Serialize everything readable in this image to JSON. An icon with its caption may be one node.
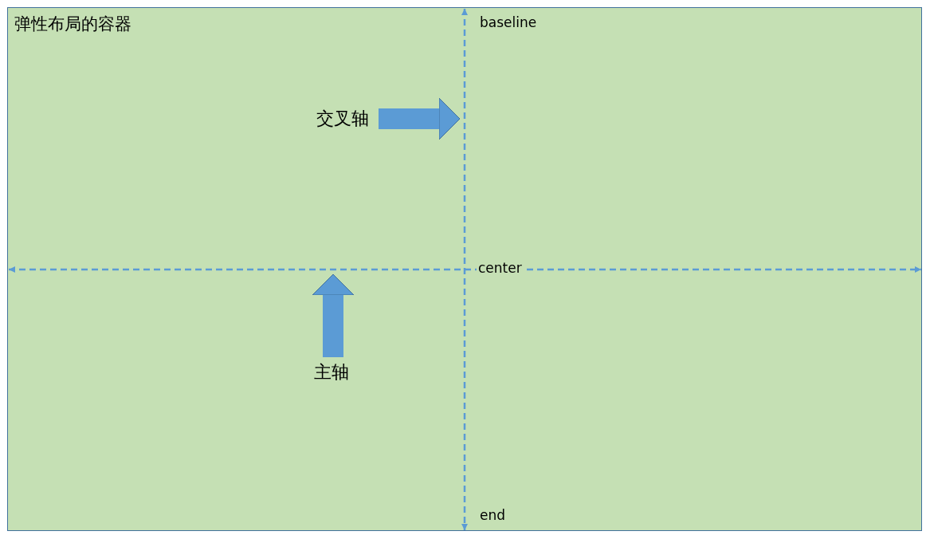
{
  "diagram": {
    "nodes": [
      {
        "text": [
          "弹性布局的容器"
        ]
      },
      {
        "text": [
          "交叉轴"
        ],
        "in": 0
      },
      {
        "text": [
          "主轴"
        ],
        "in": 0
      }
    ],
    "edges": [
      {
        "from": 1,
        "to": null,
        "arrow": "to"
      },
      {
        "from": 2,
        "to": null,
        "arrow": "to"
      }
    ],
    "labels": [
      "baseline",
      "center",
      "end"
    ]
  }
}
